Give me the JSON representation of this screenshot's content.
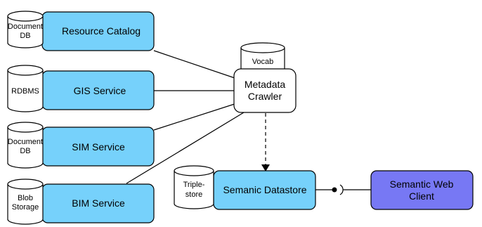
{
  "services": [
    {
      "label": "Resource Catalog",
      "store_lines": [
        "Document",
        "DB"
      ]
    },
    {
      "label": "GIS Service",
      "store_lines": [
        "RDBMS"
      ]
    },
    {
      "label": "SIM Service",
      "store_lines": [
        "Document",
        "DB"
      ]
    },
    {
      "label": "BIM Service",
      "store_lines": [
        "Blob",
        "Storage"
      ]
    }
  ],
  "crawler": {
    "label_lines": [
      "Metadata",
      "Crawler"
    ],
    "vocab": "Vocab"
  },
  "datastore": {
    "label": "Semanic Datastore",
    "store_lines": [
      "Triple-",
      "store"
    ]
  },
  "client": {
    "label_lines": [
      "Semantic Web",
      "Client"
    ]
  },
  "colors": {
    "service_fill": "#76d1fb",
    "client_fill": "#7778f4",
    "stroke": "#000000",
    "cylinder_fill": "#ffffff"
  }
}
